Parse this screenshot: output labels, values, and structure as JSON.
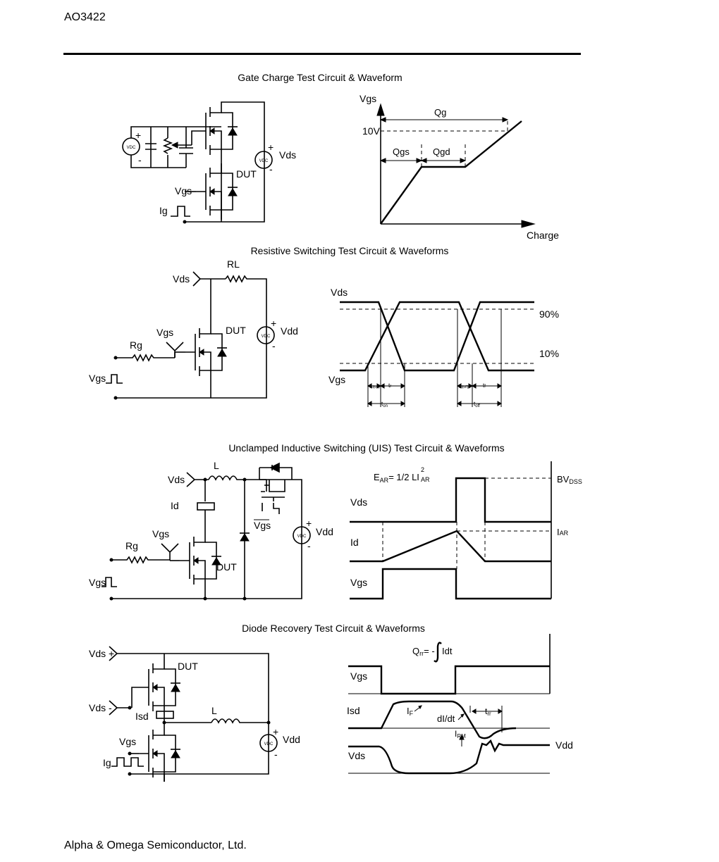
{
  "header": {
    "part_number": "AO3422"
  },
  "footer": {
    "company": "Alpha & Omega Semiconductor, Ltd."
  },
  "sections": {
    "gate_charge": {
      "title": "Gate Charge Test Circuit & Waveform",
      "circuit": {
        "plus": "+",
        "minus": "-",
        "vdc": "VDC",
        "vds": "Vds",
        "dut": "DUT",
        "vgs": "Vgs",
        "ig": "Ig"
      },
      "waveform": {
        "y_label": "Vgs",
        "x_label": "Charge",
        "level": "10V",
        "qg": "Qg",
        "qgs": "Qgs",
        "qgd": "Qgd"
      }
    },
    "resistive": {
      "title": "Resistive Switching Test Circuit & Waveforms",
      "circuit": {
        "vds": "Vds",
        "rl": "RL",
        "vgs": "Vgs",
        "dut": "DUT",
        "plus": "+",
        "minus": "-",
        "vdc": "VDC",
        "vdd": "Vdd",
        "rg": "Rg",
        "vgs_in": "Vgs"
      },
      "waveform": {
        "vds": "Vds",
        "vgs": "Vgs",
        "p90": "90%",
        "p10": "10%",
        "td_on_t": "t",
        "td_on_s": "d(on)",
        "tr_t": "t",
        "tr_s": "r",
        "ton_t": "t",
        "ton_s": "on",
        "td_off_t": "t",
        "td_off_s": "d(off)",
        "tf_t": "t",
        "tf_s": "f",
        "toff_t": "t",
        "toff_s": "off"
      }
    },
    "uis": {
      "title": "Unclamped Inductive Switching (UIS) Test Circuit & Waveforms",
      "circuit": {
        "vds": "Vds",
        "l": "L",
        "id": "Id",
        "vgs": "Vgs",
        "vgs_bar": "Vgs",
        "rg": "Rg",
        "dut": "DUT",
        "vgs_in": "Vgs",
        "plus": "+",
        "minus": "-",
        "vdc": "VDC",
        "vdd": "Vdd"
      },
      "waveform": {
        "ear_main": "E",
        "ear_sub": "AR",
        "ear_eq": "= 1/2 LI",
        "ear_sup": "2",
        "ear_sub2": "AR",
        "bvdss_main": "BV",
        "bvdss_sub": "DSS",
        "iar_main": "I",
        "iar_sub": "AR",
        "vds": "Vds",
        "id": "Id",
        "vgs": "Vgs"
      }
    },
    "diode": {
      "title": "Diode Recovery Test Circuit & Waveforms",
      "circuit": {
        "vds_plus": "Vds +",
        "vds_minus": "Vds -",
        "dut": "DUT",
        "isd": "Isd",
        "l": "L",
        "vgs": "Vgs",
        "ig": "Ig",
        "plus": "+",
        "minus": "-",
        "vdc": "VDC",
        "vdd": "Vdd"
      },
      "waveform": {
        "qrr_main": "Q",
        "qrr_sub": "rr",
        "qrr_eq": "= -",
        "qrr_int": "Idt",
        "vgs": "Vgs",
        "isd": "Isd",
        "vds": "Vds",
        "if_main": "I",
        "if_sub": "F",
        "didt": "dI/dt",
        "irm_main": "I",
        "irm_sub": "RM",
        "trr_main": "t",
        "trr_sub": "rr",
        "vdd": "Vdd"
      }
    }
  }
}
